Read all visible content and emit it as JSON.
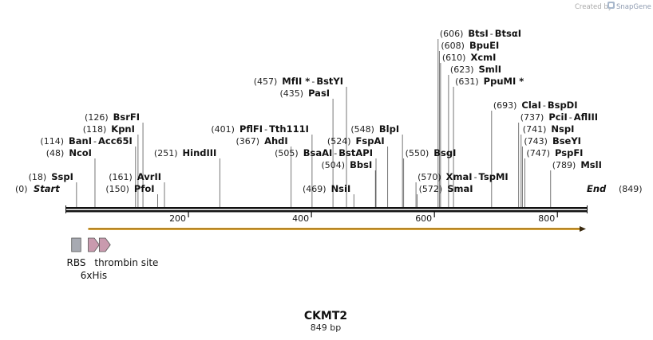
{
  "credit": {
    "text": "Created by",
    "brand": "SnapGene",
    "logo_icon": "snapgene-logo-icon"
  },
  "sequence": {
    "name": "CKMT2",
    "length_label": "849 bp",
    "length": 849
  },
  "ends": {
    "start": {
      "pos": "(0)",
      "label": "Start"
    },
    "end": {
      "label": "End",
      "pos": "(849)"
    }
  },
  "ruler": {
    "ticks": [
      {
        "value": 200,
        "label": "200"
      },
      {
        "value": 400,
        "label": "400"
      },
      {
        "value": 600,
        "label": "600"
      },
      {
        "value": 800,
        "label": "800"
      }
    ]
  },
  "sites": [
    {
      "pos": "(18)",
      "names": [
        "SspI"
      ],
      "location": 18,
      "side": "left",
      "row": 0
    },
    {
      "pos": "(48)",
      "names": [
        "NcoI"
      ],
      "location": 48,
      "side": "left",
      "row": 2
    },
    {
      "pos": "(114)",
      "names": [
        "BanI",
        "Acc65I"
      ],
      "location": 114,
      "side": "left",
      "row": 3
    },
    {
      "pos": "(118)",
      "names": [
        "KpnI"
      ],
      "location": 118,
      "side": "left",
      "row": 4
    },
    {
      "pos": "(126)",
      "names": [
        "BsrFI"
      ],
      "location": 126,
      "side": "left",
      "row": 5
    },
    {
      "pos": "(150)",
      "names": [
        "PfoI"
      ],
      "location": 150,
      "side": "left",
      "row": -1
    },
    {
      "pos": "(161)",
      "names": [
        "AvrII"
      ],
      "location": 161,
      "side": "left",
      "row": 0
    },
    {
      "pos": "(251)",
      "names": [
        "HindIII"
      ],
      "location": 251,
      "side": "left",
      "row": 2
    },
    {
      "pos": "(367)",
      "names": [
        "AhdI"
      ],
      "location": 367,
      "side": "left",
      "row": 3
    },
    {
      "pos": "(401)",
      "names": [
        "PflFI",
        "Tth111I"
      ],
      "location": 401,
      "side": "left",
      "row": 4
    },
    {
      "pos": "(435)",
      "names": [
        "PasI"
      ],
      "location": 435,
      "side": "left",
      "row": 7
    },
    {
      "pos": "(457)",
      "names": [
        "MfII *",
        "BstYI"
      ],
      "location": 457,
      "side": "left",
      "row": 8
    },
    {
      "pos": "(469)",
      "names": [
        "NsiI"
      ],
      "location": 469,
      "side": "left",
      "row": -1
    },
    {
      "pos": "(504)",
      "names": [
        "BbsI"
      ],
      "location": 504,
      "side": "left",
      "row": 1
    },
    {
      "pos": "(505)",
      "names": [
        "BsaAI",
        "BstAPI"
      ],
      "location": 505,
      "side": "left",
      "row": 2
    },
    {
      "pos": "(524)",
      "names": [
        "FspAI"
      ],
      "location": 524,
      "side": "left",
      "row": 3
    },
    {
      "pos": "(548)",
      "names": [
        "BlpI"
      ],
      "location": 548,
      "side": "left",
      "row": 4
    },
    {
      "pos": "(550)",
      "names": [
        "BsgI"
      ],
      "location": 550,
      "side": "right",
      "row": 2
    },
    {
      "pos": "(572)",
      "names": [
        "SmaI"
      ],
      "location": 572,
      "side": "right",
      "row": -1
    },
    {
      "pos": "(570)",
      "names": [
        "XmaI",
        "TspMI"
      ],
      "location": 570,
      "side": "right",
      "row": 0
    },
    {
      "pos": "(631)",
      "names": [
        "PpuMI *"
      ],
      "location": 631,
      "side": "right",
      "row": 8
    },
    {
      "pos": "(623)",
      "names": [
        "SmlI"
      ],
      "location": 623,
      "side": "right",
      "row": 9
    },
    {
      "pos": "(610)",
      "names": [
        "XcmI"
      ],
      "location": 610,
      "side": "right",
      "row": 10
    },
    {
      "pos": "(608)",
      "names": [
        "BpuEI"
      ],
      "location": 608,
      "side": "right",
      "row": 11
    },
    {
      "pos": "(606)",
      "names": [
        "BtsI",
        "BtsαI"
      ],
      "location": 606,
      "side": "right",
      "row": 12
    },
    {
      "pos": "(693)",
      "names": [
        "ClaI",
        "BspDI"
      ],
      "location": 693,
      "side": "right",
      "row": 6
    },
    {
      "pos": "(737)",
      "names": [
        "PciI",
        "AflIII"
      ],
      "location": 737,
      "side": "right",
      "row": 5
    },
    {
      "pos": "(741)",
      "names": [
        "NspI"
      ],
      "location": 741,
      "side": "right",
      "row": 4
    },
    {
      "pos": "(743)",
      "names": [
        "BseYI"
      ],
      "location": 743,
      "side": "right",
      "row": 3
    },
    {
      "pos": "(747)",
      "names": [
        "PspFI"
      ],
      "location": 747,
      "side": "right",
      "row": 2
    },
    {
      "pos": "(789)",
      "names": [
        "MslI"
      ],
      "location": 789,
      "side": "right",
      "row": 1
    }
  ],
  "features": [
    {
      "name": "RBS",
      "type": "rbs",
      "start": 10,
      "end": 25,
      "color": "#a7aab2"
    },
    {
      "name": "6xHis",
      "type": "cds",
      "start": 37,
      "end": 55,
      "color": "#c99aae"
    },
    {
      "name": "thrombin site",
      "type": "cds",
      "start": 55,
      "end": 73,
      "color": "#c99aae"
    },
    {
      "name": "",
      "type": "orf",
      "start": 37,
      "end": 849,
      "color": "#f6b93b"
    }
  ]
}
